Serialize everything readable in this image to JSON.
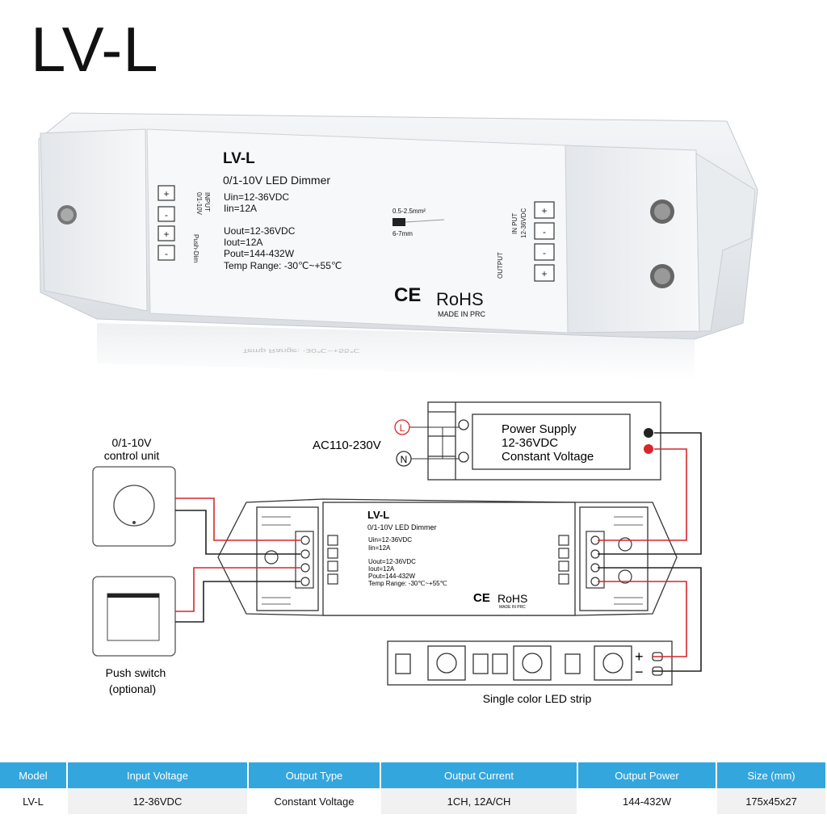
{
  "title": "LV-L",
  "device": {
    "model": "LV-L",
    "subtitle": "0/1-10V LED Dimmer",
    "uin": "Uin=12-36VDC",
    "iin": "Iin=12A",
    "uout": "Uout=12-36VDC",
    "iout": "Iout=12A",
    "pout": "Pout=144-432W",
    "temp": "Temp Range: -30℃~+55℃",
    "wire_gauge": "0.5-2.5mm²",
    "strip_length": "6-7mm",
    "ce": "CE",
    "rohs": "RoHS",
    "made_in": "MADE IN PRC",
    "input_label": "INPUT",
    "input_type": "0/1-10V",
    "push_dim": "Push-Dim",
    "in_put_label": "IN PUT",
    "in_put_voltage": "12-36VDC",
    "output_label": "OUTPUT",
    "reflection": "Temp Range: -30℃~+55℃"
  },
  "diagram": {
    "ac_label": "AC110-230V",
    "l_terminal": "L",
    "n_terminal": "N",
    "psu_line1": "Power Supply",
    "psu_line2": "12-36VDC",
    "psu_line3": "Constant Voltage",
    "control_unit_line1": "0/1-10V",
    "control_unit_line2": "control unit",
    "push_switch_line1": "Push switch",
    "push_switch_line2": "(optional)",
    "led_strip_label": "Single color LED strip",
    "plus": "+",
    "minus": "−"
  },
  "table": {
    "headers": [
      "Model",
      "Input Voltage",
      "Output Type",
      "Output Current",
      "Output Power",
      "Size (mm)"
    ],
    "row": [
      "LV-L",
      "12-36VDC",
      "Constant Voltage",
      "1CH, 12A/CH",
      "144-432W",
      "175x45x27"
    ]
  },
  "colors": {
    "wire_red": "#d8262b",
    "wire_black": "#222222",
    "table_header": "#33a6de"
  }
}
